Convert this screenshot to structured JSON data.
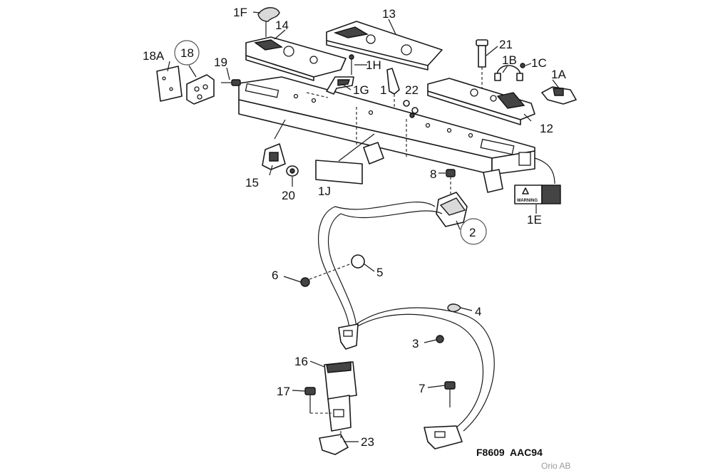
{
  "labels": {
    "l_1F": "1F",
    "l_13": "13",
    "l_14": "14",
    "l_18A": "18A",
    "l_18": "18",
    "l_19": "19",
    "l_21": "21",
    "l_1B": "1B",
    "l_1C": "1C",
    "l_1A": "1A",
    "l_1H": "1H",
    "l_1G": "1G",
    "l_1": "1",
    "l_22": "22",
    "l_12": "12",
    "l_15": "15",
    "l_20": "20",
    "l_1J": "1J",
    "l_8": "8",
    "l_1E": "1E",
    "l_2": "2",
    "l_5": "5",
    "l_6": "6",
    "l_4": "4",
    "l_3": "3",
    "l_16": "16",
    "l_17": "17",
    "l_7": "7",
    "l_23": "23"
  },
  "warning_label": "WARNING",
  "drawing_code": "F8609  AAC94",
  "credit": "Orio AB"
}
